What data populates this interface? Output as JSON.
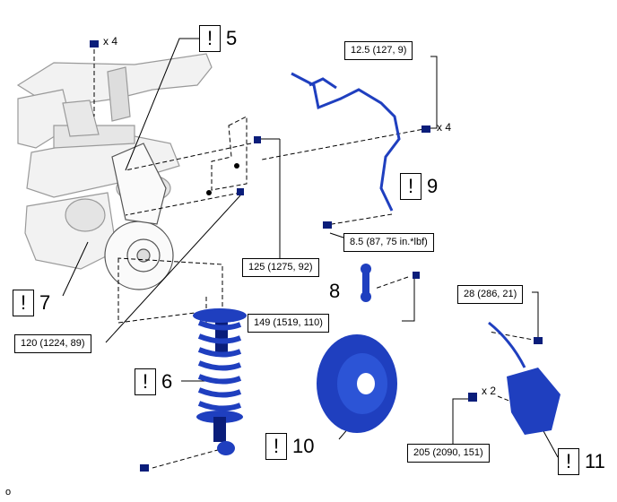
{
  "torques": [
    {
      "id": "t1",
      "text": "12.5 (127, 9)"
    },
    {
      "id": "t2",
      "text": "125 (1275, 92)"
    },
    {
      "id": "t3",
      "text": "8.5 (87, 75 in.*lbf)"
    },
    {
      "id": "t4",
      "text": "149 (1519, 110)"
    },
    {
      "id": "t5",
      "text": "120 (1224, 89)"
    },
    {
      "id": "t6",
      "text": "28 (286, 21)"
    },
    {
      "id": "t7",
      "text": "205 (2090, 151)"
    }
  ],
  "callouts": [
    {
      "id": "c5",
      "mark": "!",
      "number": "5"
    },
    {
      "id": "c9",
      "mark": "!",
      "number": "9"
    },
    {
      "id": "c7",
      "mark": "!",
      "number": "7"
    },
    {
      "id": "c6",
      "mark": "!",
      "number": "6"
    },
    {
      "id": "c10",
      "mark": "!",
      "number": "10"
    },
    {
      "id": "c11",
      "mark": "!",
      "number": "11"
    }
  ],
  "plain_numbers": [
    {
      "id": "n8",
      "text": "8"
    }
  ],
  "quantities": [
    {
      "id": "q1",
      "text": "x 4"
    },
    {
      "id": "q2",
      "text": "x 4"
    },
    {
      "id": "q3",
      "text": "x 2"
    }
  ],
  "figure_code": "o",
  "colors": {
    "part_blue": "#1f3fbf",
    "part_dark": "#0a1d7a",
    "frame_gray": "#9a9a9a",
    "line": "#000000"
  }
}
